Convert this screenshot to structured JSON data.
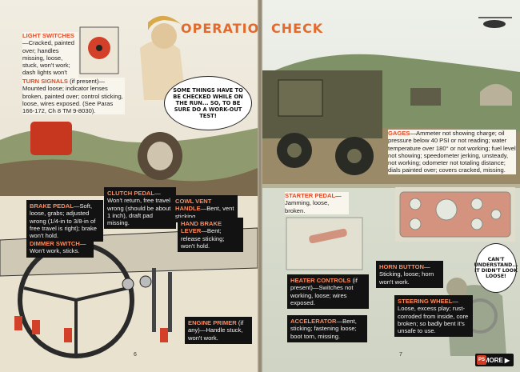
{
  "title": {
    "left": "OPERATIONS",
    "right": "CHECK"
  },
  "light_switches": {
    "label": "LIGHT SWITCHES",
    "text": "—Cracked, painted over; handles missing, loose, stuck, won't work; dash lights won't work."
  },
  "turn_signals": {
    "label": "TURN SIGNALS",
    "text": "(if present)—Mounted loose; indicator lenses broken, painted over; control sticking, loose, wires exposed. (See Paras 166-172, Ch 8 TM 9-8030)."
  },
  "speech_main": "SOME THINGS HAVE TO BE CHECKED WHILE ON THE RUN... SO, TO BE SURE DO A WORK-OUT TEST!",
  "brake_pedal": {
    "label": "BRAKE PEDAL",
    "text": "—Soft, loose, grabs; adjusted wrong (1/4-in to 3/8-in of free travel is right); brake won't hold."
  },
  "dimmer_switch": {
    "label": "DIMMER SWITCH",
    "text": "—Won't work, sticks."
  },
  "clutch_pedal": {
    "label": "CLUTCH PEDAL",
    "text": "—Won't return, free travel wrong (should be about 1 inch), draft pad missing."
  },
  "cowl_vent": {
    "label": "COWL VENT HANDLE",
    "text": "—Bent, vent sticking."
  },
  "hand_brake": {
    "label": "HAND BRAKE LEVER",
    "text": "—Bent; release sticking; won't hold."
  },
  "engine_primer": {
    "label": "ENGINE PRIMER",
    "text": "(if any)—Handle stuck, won't work."
  },
  "gages": {
    "label": "GAGES",
    "text": "—Ammeter not showing charge; oil pressure below 40 PSI or not reading; water temperature over 180° or not working; fuel level not showing; speedometer jerking, unsteady, not working; odometer not totaling distance; dials painted over; covers cracked, missing."
  },
  "starter_pedal": {
    "label": "STARTER PEDAL",
    "text": "—Jamming, loose, broken."
  },
  "horn_button": {
    "label": "HORN BUTTON",
    "text": "—Sticking, loose; horn won't work."
  },
  "heater_controls": {
    "label": "HEATER CONTROLS",
    "text": "(if present)—Switches not working, loose; wires exposed."
  },
  "accelerator": {
    "label": "ACCELERATOR",
    "text": "—Bent, sticking; fastening loose; boot torn, missing."
  },
  "steering_wheel": {
    "label": "STEERING WHEEL",
    "text": "—Loose, excess play; rust-corroded from inside, core broken; so badly bent it's unsafe to use."
  },
  "speech_soldier": "CAN'T UNDERSTAND... IT DIDN'T LOOK LOOSE!",
  "page_left": "6",
  "page_right": "7",
  "more": "MORE",
  "ps": "PS"
}
